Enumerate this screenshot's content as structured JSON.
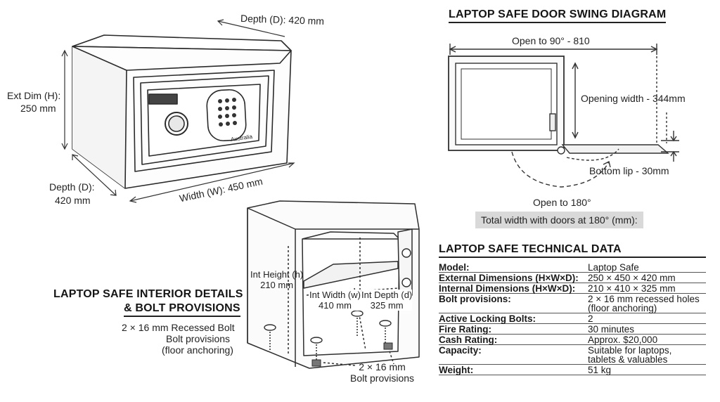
{
  "exterior": {
    "depth_top": "Depth (D): 420 mm",
    "height_label": "Ext Dim (H):",
    "height_value": "250 mm",
    "depth_left_label": "Depth (D):",
    "depth_left_value": "420 mm",
    "width": "Width (W): 450 mm",
    "brand_text": "Australia"
  },
  "swing": {
    "title": "LAPTOP SAFE DOOR SWING DIAGRAM",
    "open90": "Open to 90° - 810",
    "opening_width": "Opening width - 344mm",
    "bottom_lip": "Bottom lip - 30mm",
    "open180": "Open to 180°",
    "total_width": "Total width with doors at 180° (mm):"
  },
  "interior": {
    "title_line1": "LAPTOP SAFE INTERIOR DETAILS",
    "title_line2": "& BOLT PROVISIONS",
    "bolt_note_1": "2 × 16 mm Recessed Bolt",
    "bolt_note_2": "Bolt provisions",
    "bolt_note_3": "(floor anchoring)",
    "int_height_1": "Int Height (h)",
    "int_height_2": "210 mm",
    "int_width_1": "Int Width (w)",
    "int_width_2": "410 mm",
    "int_depth_1": "Int Depth (d)",
    "int_depth_2": "325 mm",
    "bolts_1": "2 × 16 mm",
    "bolts_2": "Bolt provisions"
  },
  "tech": {
    "title": "LAPTOP SAFE TECHNICAL DATA",
    "rows": [
      {
        "k": "Model:",
        "v": "Laptop Safe"
      },
      {
        "k": "External Dimensions (H×W×D):",
        "v": "250 × 450 × 420 mm"
      },
      {
        "k": "Internal Dimensions (H×W×D):",
        "v": "210 × 410 × 325 mm"
      },
      {
        "k": "Bolt provisions:",
        "v1": "2 × 16 mm recessed holes",
        "v2": "(floor anchoring)"
      },
      {
        "k": "Active Locking Bolts:",
        "v": "2"
      },
      {
        "k": "Fire Rating:",
        "v": "30 minutes"
      },
      {
        "k": "Cash Rating:",
        "v": "Approx. $20,000"
      },
      {
        "k": "Capacity:",
        "v1": "Suitable for laptops,",
        "v2": "tablets & valuables"
      },
      {
        "k": "Weight:",
        "v": "51 kg"
      }
    ]
  }
}
